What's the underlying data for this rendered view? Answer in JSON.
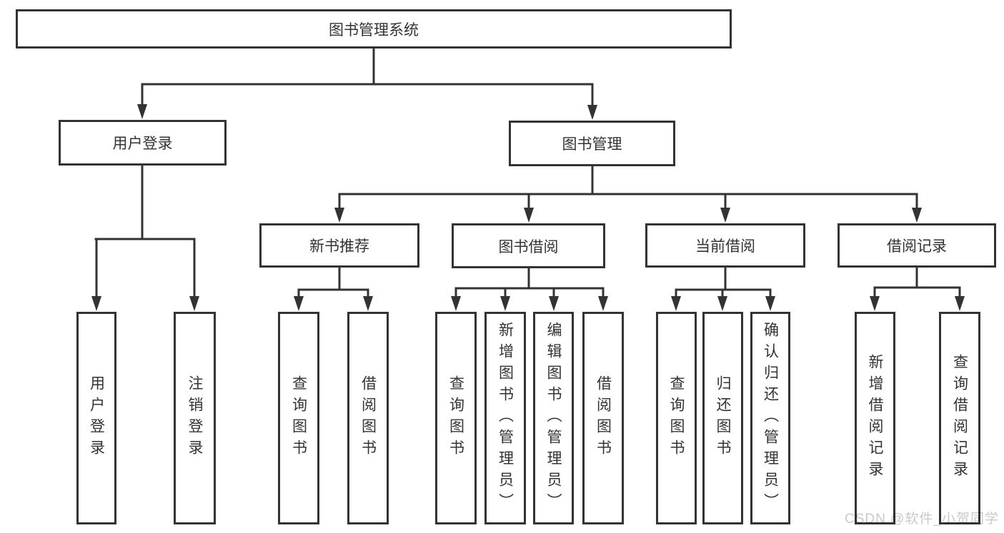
{
  "diagram": {
    "root": {
      "label": "图书管理系统"
    },
    "branches": [
      {
        "label": "用户登录",
        "children": [
          {
            "label": "用户登录"
          },
          {
            "label": "注销登录"
          }
        ]
      },
      {
        "label": "图书管理",
        "children": [
          {
            "label": "新书推荐",
            "children": [
              {
                "label": "查询图书"
              },
              {
                "label": "借阅图书"
              }
            ]
          },
          {
            "label": "图书借阅",
            "children": [
              {
                "label": "查询图书"
              },
              {
                "label": "新增图书（管理员）"
              },
              {
                "label": "编辑图书（管理员）"
              },
              {
                "label": "借阅图书"
              }
            ]
          },
          {
            "label": "当前借阅",
            "children": [
              {
                "label": "查询图书"
              },
              {
                "label": "归还图书"
              },
              {
                "label": "确认归还（管理员）"
              }
            ]
          },
          {
            "label": "借阅记录",
            "children": [
              {
                "label": "新增借阅记录"
              },
              {
                "label": "查询借阅记录"
              }
            ]
          }
        ]
      }
    ]
  },
  "watermark": {
    "text": "CSDN @软件_小贺同学"
  },
  "colors": {
    "line": "#333333",
    "box_border": "#333333",
    "text": "#333333",
    "watermark": "#c9c9c9",
    "background": "#ffffff"
  }
}
